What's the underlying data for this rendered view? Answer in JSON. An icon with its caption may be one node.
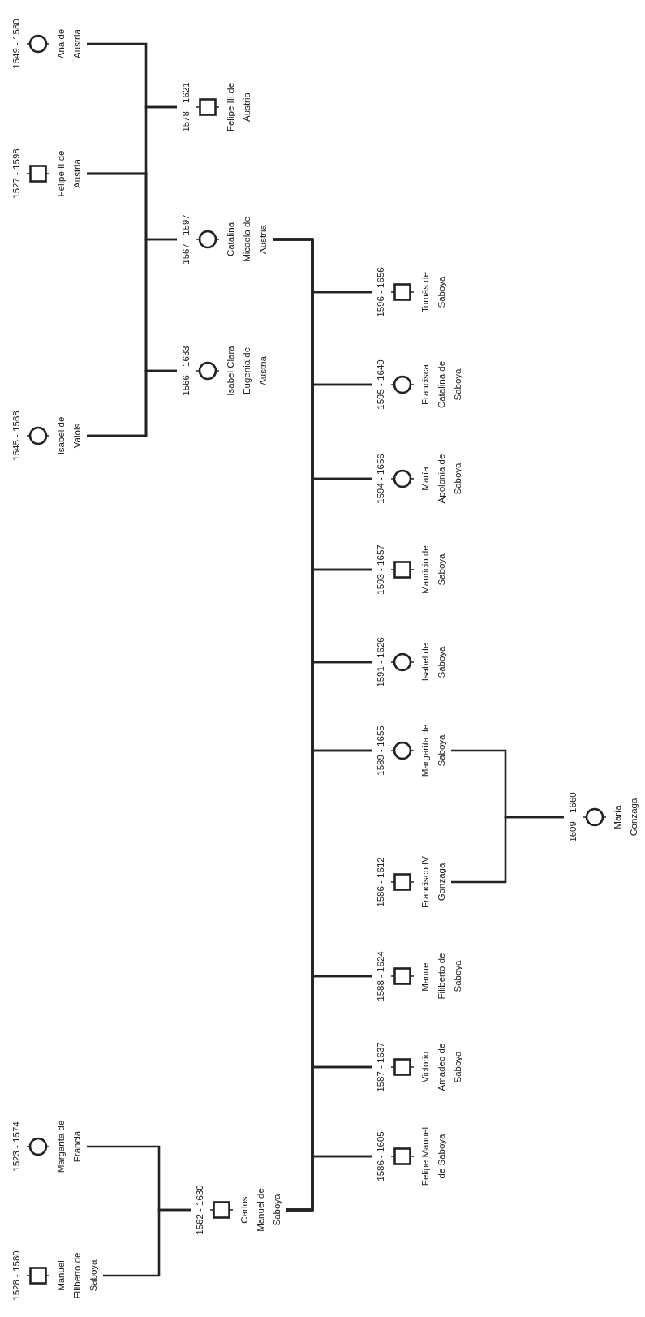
{
  "diagram": {
    "nodes": [
      {
        "text": [
          "1528 - 1580",
          "Manuel Filiberto de Saboya"
        ]
      },
      {
        "text": [
          "1523 - 1574",
          "Margarita de Francia"
        ]
      },
      {
        "text": [
          "1545 - 1568",
          "Isabel de Valois"
        ]
      },
      {
        "text": [
          "1527 - 1598",
          "Felipe II de Austria"
        ]
      },
      {
        "text": [
          "1549 - 1580",
          "Ana de Austria"
        ]
      },
      {
        "text": [
          "1562 - 1630",
          "Carlos Manuel de Saboya"
        ]
      },
      {
        "text": [
          "1566 - 1633",
          "Isabel Clara Eugenia de Austria"
        ]
      },
      {
        "text": [
          "1567 - 1597",
          "Catalina Micaela de Austria"
        ]
      },
      {
        "text": [
          "1578 - 1621",
          "Felipe III de Austria"
        ]
      },
      {
        "text": [
          "1586 - 1605",
          "Felipe Manuel de Saboya"
        ]
      },
      {
        "text": [
          "1587 - 1637",
          "Victorio Amadeo de Saboya"
        ]
      },
      {
        "text": [
          "1588 - 1624",
          "Manuel Filiberto de Saboya"
        ]
      },
      {
        "text": [
          "1586 - 1612",
          "Francisco IV Gonzaga"
        ]
      },
      {
        "text": [
          "1589 - 1655",
          "Margarita de Saboya"
        ]
      },
      {
        "text": [
          "1591 - 1626",
          "Isabel de Saboya"
        ]
      },
      {
        "text": [
          "1593 - 1657",
          "Mauricio de Saboya"
        ]
      },
      {
        "text": [
          "1594 - 1656",
          "María Apolonia de Saboya"
        ]
      },
      {
        "text": [
          "1595 - 1640",
          "Francisca Catalina de Saboya"
        ]
      },
      {
        "text": [
          "1596 - 1656",
          "Tomás de Saboya"
        ]
      },
      {
        "text": [
          "1609 - 1660",
          "María Gonzaga"
        ]
      }
    ],
    "edges": [
      {
        "from": 0,
        "to": 5,
        "arrow": "none"
      },
      {
        "from": 1,
        "to": 5,
        "arrow": "none"
      },
      {
        "from": 3,
        "to": 8,
        "arrow": "none"
      },
      {
        "from": 4,
        "to": 8,
        "arrow": "none"
      },
      {
        "from": 3,
        "to": 7,
        "arrow": "none"
      },
      {
        "from": 2,
        "to": 7,
        "arrow": "none"
      },
      {
        "from": 3,
        "to": 6,
        "arrow": "none"
      },
      {
        "from": 2,
        "to": 6,
        "arrow": "none"
      },
      {
        "from": 5,
        "to": 9,
        "arrow": "none"
      },
      {
        "from": 7,
        "to": 9,
        "arrow": "none"
      },
      {
        "from": 5,
        "to": 10,
        "arrow": "none"
      },
      {
        "from": 7,
        "to": 10,
        "arrow": "none"
      },
      {
        "from": 5,
        "to": 11,
        "arrow": "none"
      },
      {
        "from": 7,
        "to": 11,
        "arrow": "none"
      },
      {
        "from": 5,
        "to": 13,
        "arrow": "none"
      },
      {
        "from": 7,
        "to": 13,
        "arrow": "none"
      },
      {
        "from": 5,
        "to": 14,
        "arrow": "none"
      },
      {
        "from": 7,
        "to": 14,
        "arrow": "none"
      },
      {
        "from": 5,
        "to": 15,
        "arrow": "none"
      },
      {
        "from": 7,
        "to": 15,
        "arrow": "none"
      },
      {
        "from": 5,
        "to": 16,
        "arrow": "none"
      },
      {
        "from": 7,
        "to": 16,
        "arrow": "none"
      },
      {
        "from": 5,
        "to": 17,
        "arrow": "none"
      },
      {
        "from": 7,
        "to": 17,
        "arrow": "none"
      },
      {
        "from": 5,
        "to": 18,
        "arrow": "none"
      },
      {
        "from": 7,
        "to": 18,
        "arrow": "none"
      },
      {
        "from": 12,
        "to": 19,
        "arrow": "none"
      },
      {
        "from": 13,
        "to": 19,
        "arrow": "none"
      }
    ]
  }
}
